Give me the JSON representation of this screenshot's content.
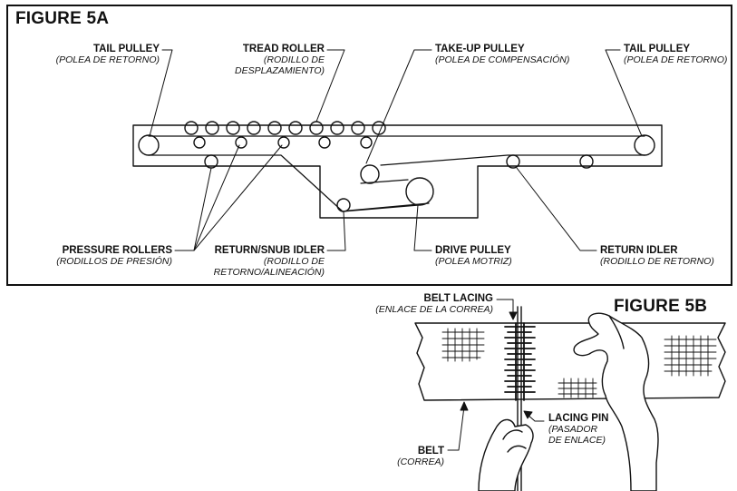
{
  "figure_5a": {
    "title": "FIGURE 5A",
    "labels": {
      "tail_pulley_left": {
        "en": "TAIL PULLEY",
        "es": "(POLEA DE RETORNO)"
      },
      "tread_roller": {
        "en": "TREAD ROLLER",
        "es": "(RODILLO DE\nDESPLAZAMIENTO)"
      },
      "take_up_pulley": {
        "en": "TAKE-UP PULLEY",
        "es": "(POLEA DE COMPENSACIÓN)"
      },
      "tail_pulley_right": {
        "en": "TAIL PULLEY",
        "es": "(POLEA DE RETORNO)"
      },
      "pressure_rollers": {
        "en": "PRESSURE ROLLERS",
        "es": "(RODILLOS DE PRESIÓN)"
      },
      "return_snub_idler": {
        "en": "RETURN/SNUB IDLER",
        "es": "(RODILLO DE\nRETORNO/ALINEACIÓN)"
      },
      "drive_pulley": {
        "en": "DRIVE PULLEY",
        "es": "(POLEA MOTRIZ)"
      },
      "return_idler": {
        "en": "RETURN IDLER",
        "es": "(RODILLO DE RETORNO)"
      }
    }
  },
  "figure_5b": {
    "title": "FIGURE 5B",
    "labels": {
      "belt_lacing": {
        "en": "BELT LACING",
        "es": "(ENLACE DE LA CORREA)"
      },
      "lacing_pin": {
        "en": "LACING PIN",
        "es": "(PASADOR\nDE ENLACE)"
      },
      "belt": {
        "en": "BELT",
        "es": "(CORREA)"
      }
    }
  }
}
